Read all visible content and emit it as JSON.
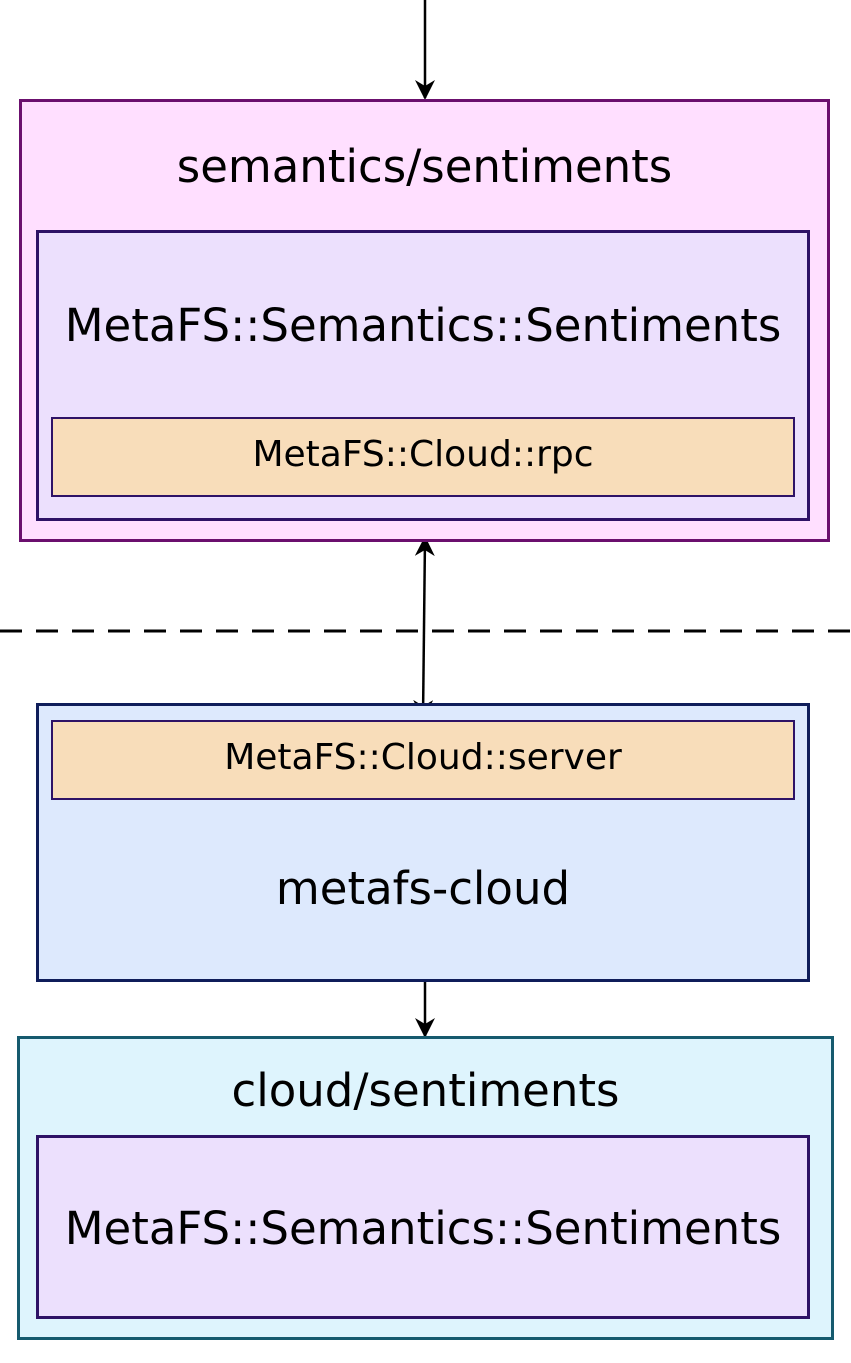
{
  "outer_top": {
    "title": "semantics/sentiments"
  },
  "inner_top": {
    "title": "MetaFS::Semantics::Sentiments",
    "rpc_label": "MetaFS::Cloud::rpc"
  },
  "server": {
    "server_label": "MetaFS::Cloud::server",
    "title": "metafs-cloud"
  },
  "cloud_box": {
    "title": "cloud/sentiments",
    "inner_title": "MetaFS::Semantics::Sentiments"
  },
  "colors": {
    "semantics_fill": "#ffdfff",
    "semantics_border": "#6b0f6e",
    "class_fill": "#ece0fd",
    "class_border": "#2e1266",
    "module_fill": "#f8ddba",
    "server_fill": "#dde9fd",
    "server_border": "#0f1d5a",
    "cloud_fill": "#def4fd",
    "cloud_border": "#155a6e"
  }
}
